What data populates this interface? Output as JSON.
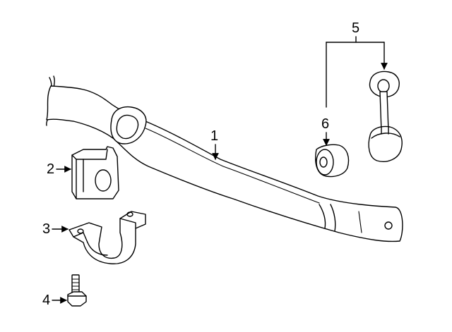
{
  "callouts": {
    "c1": "1",
    "c2": "2",
    "c3": "3",
    "c4": "4",
    "c5": "5",
    "c6": "6"
  },
  "colors": {
    "ink": "#000000",
    "background": "#ffffff"
  }
}
